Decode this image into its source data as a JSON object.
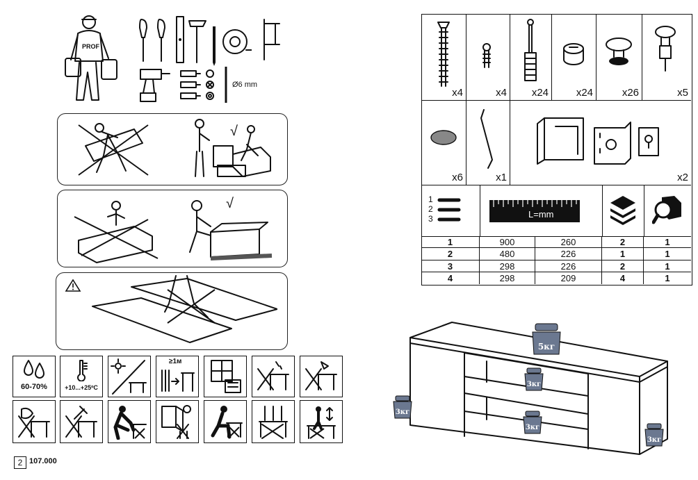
{
  "tools": {
    "worker_badge": "PROF",
    "drill_size": "Ø6 mm"
  },
  "warnings": {
    "check_mark": "√"
  },
  "conditions": {
    "humidity": "60-70%",
    "temperature": "+10...+25ºC",
    "distance": "≥1м"
  },
  "hardware": [
    {
      "qty": "x4"
    },
    {
      "qty": "x4"
    },
    {
      "qty": "x24"
    },
    {
      "qty": "x24"
    },
    {
      "qty": "x26"
    },
    {
      "qty": "x5"
    },
    {
      "qty": "x6"
    },
    {
      "qty": "x1"
    },
    {
      "qty": "x2"
    }
  ],
  "panel_table": {
    "ruler_label": "L=mm",
    "legend_numbers": [
      "1",
      "2",
      "3"
    ],
    "rows": [
      {
        "no": "1",
        "length": "900",
        "width": "260",
        "thickness": "2",
        "qty": "1"
      },
      {
        "no": "2",
        "length": "480",
        "width": "226",
        "thickness": "1",
        "qty": "1"
      },
      {
        "no": "3",
        "length": "298",
        "width": "226",
        "thickness": "2",
        "qty": "1"
      },
      {
        "no": "4",
        "length": "298",
        "width": "209",
        "thickness": "4",
        "qty": "1"
      }
    ]
  },
  "load": {
    "top": "5кг",
    "shelf_upper": "3кг",
    "shelf_lower": "3кг",
    "left_door": "3кг",
    "right_door": "3кг"
  },
  "footer": {
    "page": "2",
    "code": "107.000"
  }
}
